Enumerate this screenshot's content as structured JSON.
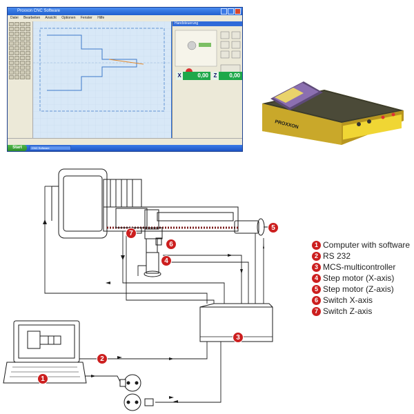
{
  "software_window": {
    "title": "Proxxon CNC Software",
    "menu": [
      "Datei",
      "Bearbeiten",
      "Ansicht",
      "Optionen",
      "Fenster",
      "Hilfe"
    ],
    "panel_title": "Handsteuerung",
    "x_label": "X",
    "x_value": "0,00",
    "z_label": "Z",
    "z_value": "0,00",
    "start_label": "Start",
    "taskbar_item": "CNC Software"
  },
  "controller_brand": "PROXXON",
  "markers": [
    "1",
    "2",
    "3",
    "4",
    "5",
    "6",
    "7"
  ],
  "legend": [
    {
      "num": "1",
      "label": "Computer with software"
    },
    {
      "num": "2",
      "label": "RS 232"
    },
    {
      "num": "3",
      "label": "MCS-multicontroller"
    },
    {
      "num": "4",
      "label": "Step motor (X-axis)"
    },
    {
      "num": "5",
      "label": "Step motor (Z-axis)"
    },
    {
      "num": "6",
      "label": "Switch X-axis"
    },
    {
      "num": "7",
      "label": "Switch Z-axis"
    }
  ],
  "colors": {
    "marker_red": "#cc1f1f",
    "controller_yellow": "#e2c12a",
    "dro_green": "#1ea84a",
    "xp_blue": "#2b6fd8"
  }
}
